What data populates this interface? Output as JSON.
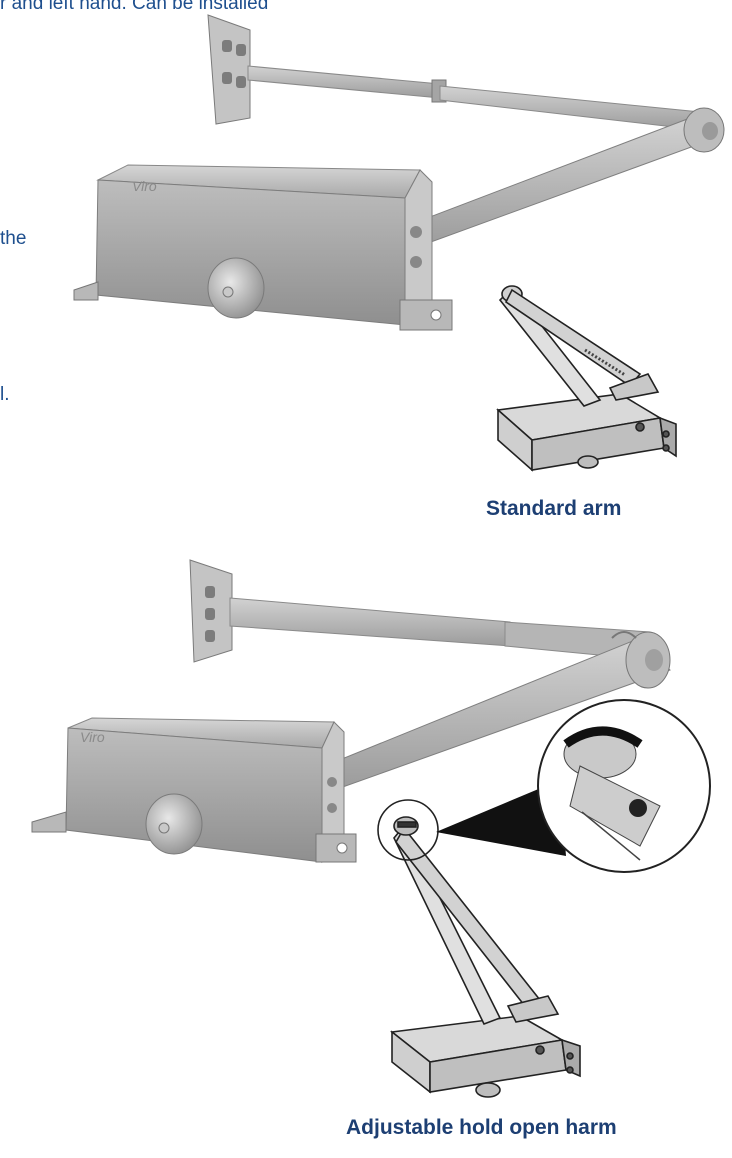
{
  "body_fragments": {
    "top_line": "r and left hand. Can be installed",
    "frag_the": "the",
    "frag_dot": "l."
  },
  "captions": {
    "standard_arm": "Standard arm",
    "hold_open_arm": "Adjustable hold open harm"
  },
  "brand_mark": "Viro",
  "colors": {
    "text_blue": "#1e4f8e",
    "caption_navy": "#1d3f73",
    "metal": "#b4b4b4"
  }
}
